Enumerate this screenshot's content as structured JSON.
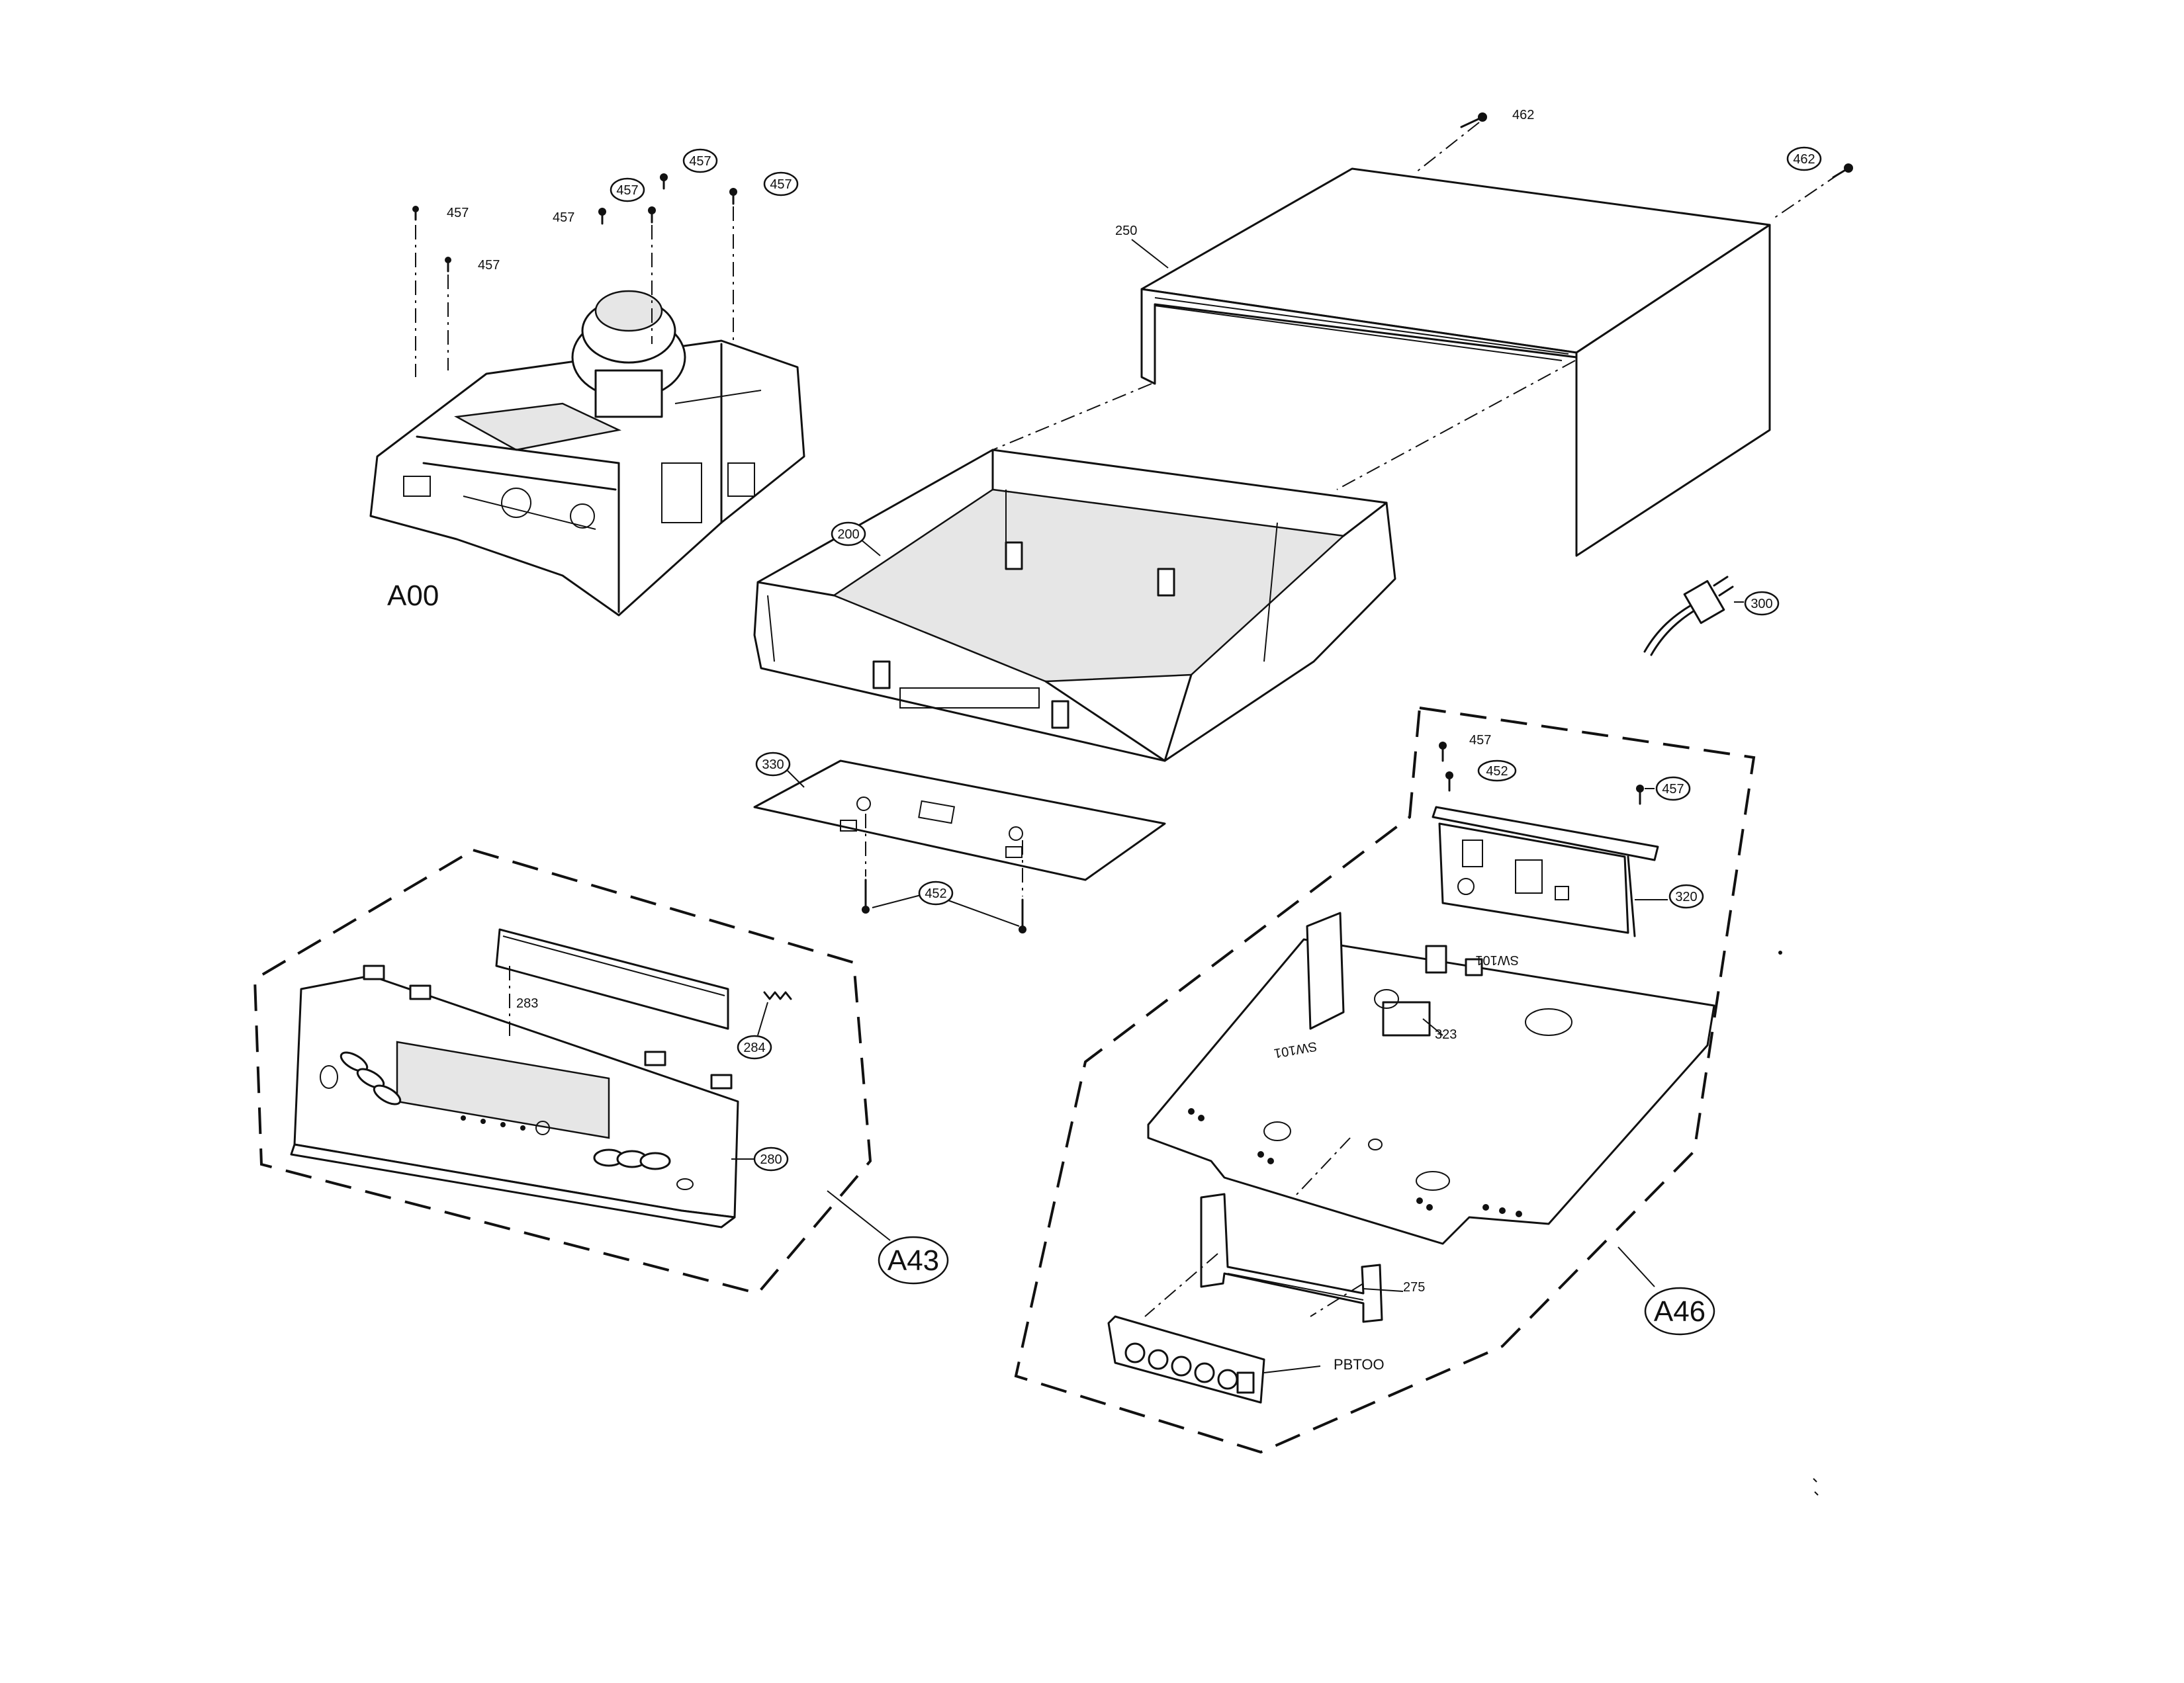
{
  "callouts": {
    "c462a": "462",
    "c462b": "462",
    "c250": "250",
    "c457_1": "457",
    "c457_2": "457",
    "c457_3": "457",
    "c457_4": "457",
    "c457_5": "457",
    "c457_6": "457",
    "c200": "200",
    "c300": "300",
    "c330": "330",
    "c452": "452",
    "c457_7": "457",
    "c452b": "452",
    "c457_8": "457",
    "c320": "320",
    "c283": "283",
    "c284": "284",
    "c280": "280",
    "c323": "323",
    "c275": "275",
    "pbtoo": "PBTOO",
    "sw101": "SW101",
    "sw101b": "SW101"
  },
  "assemblies": {
    "a00": "A00",
    "a43": "A43",
    "a46": "A46"
  }
}
